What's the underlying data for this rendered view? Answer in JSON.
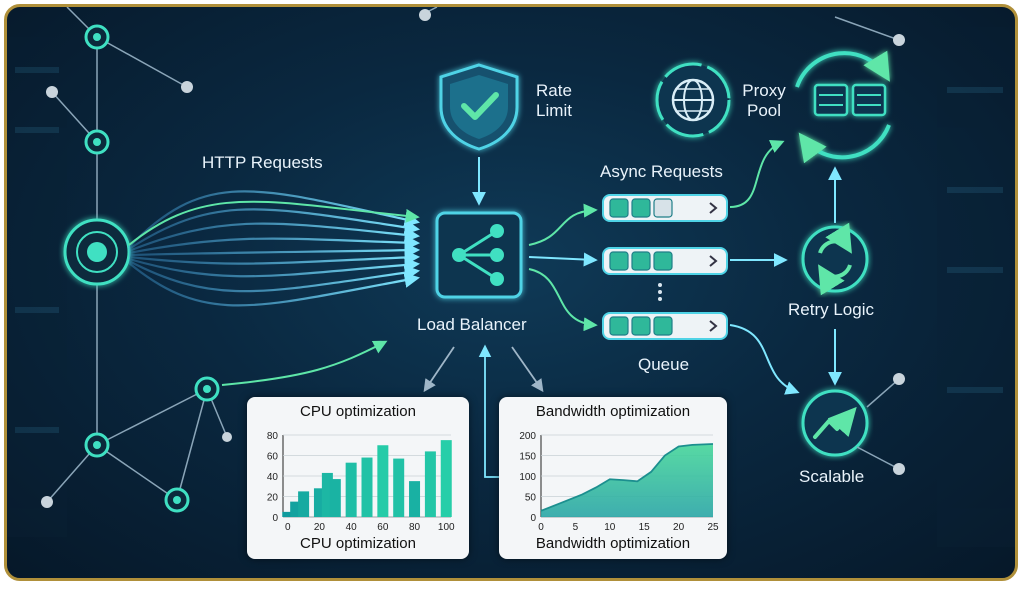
{
  "labels": {
    "http_requests": "HTTP Requests",
    "rate_limit_line1": "Rate",
    "rate_limit_line2": "Limit",
    "load_balancer": "Load Balancer",
    "async_requests": "Async Requests",
    "queue": "Queue",
    "proxy_pool_line1": "Proxy",
    "proxy_pool_line2": "Pool",
    "retry_logic": "Retry Logic",
    "scalable": "Scalable"
  },
  "queue_items": [
    {
      "filled": 2,
      "empty": 1
    },
    {
      "filled": 3,
      "empty": 0
    },
    {
      "filled": 3,
      "empty": 0
    }
  ],
  "colors": {
    "accent": "#3fe0c2",
    "line": "#55c7e8",
    "border": "#b0903a"
  },
  "chart_data": [
    {
      "type": "bar",
      "title": "CPU optimization",
      "xlabel": "CPU optimization",
      "x": [
        0,
        5,
        10,
        20,
        25,
        30,
        40,
        50,
        60,
        70,
        80,
        90,
        100
      ],
      "values": [
        5,
        15,
        25,
        28,
        43,
        37,
        53,
        58,
        70,
        57,
        35,
        64,
        75
      ],
      "xticks": [
        0,
        20,
        40,
        60,
        80,
        100
      ],
      "yticks": [
        0,
        20,
        40,
        60,
        80
      ],
      "ylim": [
        0,
        80
      ],
      "xlim": [
        -3,
        103
      ]
    },
    {
      "type": "area",
      "title": "Bandwidth optimization",
      "xlabel": "Bandwidth optimization",
      "x": [
        0,
        3,
        6,
        8,
        10,
        12,
        14,
        16,
        18,
        20,
        22,
        25
      ],
      "values": [
        15,
        35,
        55,
        72,
        92,
        90,
        87,
        110,
        150,
        172,
        176,
        178
      ],
      "xticks": [
        0,
        5,
        10,
        15,
        20,
        25
      ],
      "yticks": [
        0,
        50,
        100,
        150,
        200
      ],
      "ylim": [
        0,
        200
      ],
      "xlim": [
        0,
        25
      ]
    }
  ]
}
